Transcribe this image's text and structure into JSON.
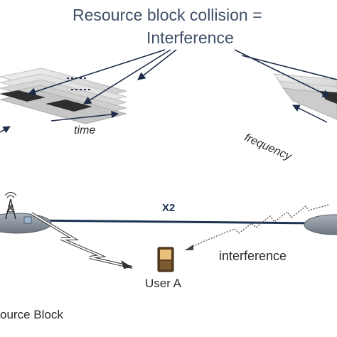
{
  "title": {
    "line1": "Resource block collision =",
    "line2": "Interference"
  },
  "axes": {
    "time": "time",
    "frequency": "frequency"
  },
  "link": {
    "x2": "X2",
    "interference": "interference"
  },
  "user": {
    "label": "User A"
  },
  "caption": {
    "resource_block": "ource Block"
  },
  "colors": {
    "title": "#3f4f67",
    "x2_link": "#1f3355",
    "block_dark": "#2e2e2e",
    "block_light": "#d9d9d9",
    "base_station": "#7f8a96"
  },
  "icons": [
    "antenna-tower-icon",
    "base-station-icon",
    "lightning-bolt-icon",
    "mobile-phone-icon"
  ]
}
